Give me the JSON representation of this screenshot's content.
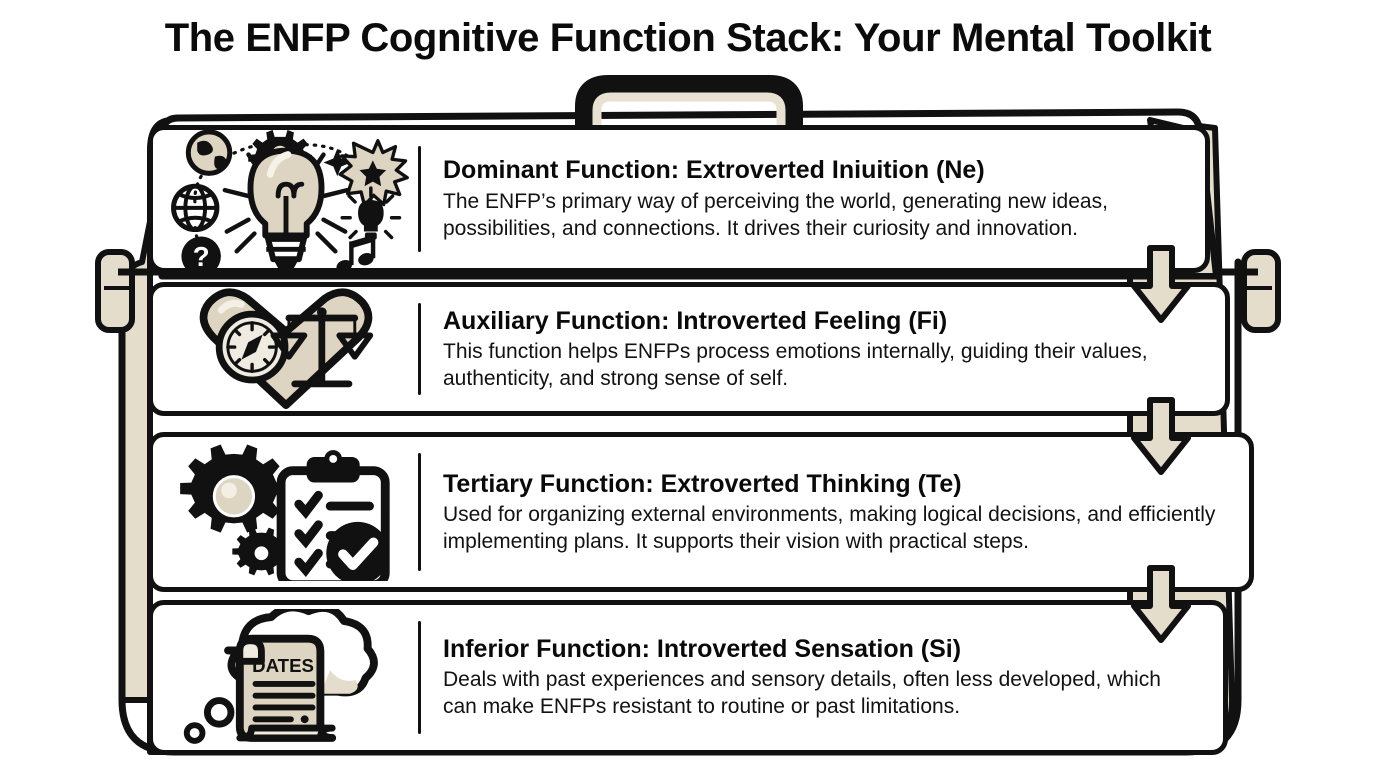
{
  "page": {
    "title": "The ENFP Cognitive Function Stack: Your Mental Toolkit",
    "background_color": "#ffffff",
    "ink_color": "#111111",
    "accent_beige": "#e4ddcc",
    "accent_beige_dark": "#cfc6b2"
  },
  "toolbox": {
    "handle_label": "toolbox-handle",
    "latch_left_label": "toolbox-latch-left",
    "latch_right_label": "toolbox-latch-right",
    "shell_label": "toolbox-shell"
  },
  "panels": [
    {
      "id": "ne",
      "title": "Dominant Function: Extroverted Iniuition (Ne)",
      "body": "The ENFP’s primary way of perceiving the world, generating new ideas, possibilities, and connections. It drives their curiosity and innovation.",
      "icon": "lightbulb-ideas-icon",
      "icon_parts": [
        "lightbulb-icon",
        "earth-globe-icon",
        "wireframe-globe-icon",
        "question-mark-icon",
        "gear-icon",
        "sparkle-icon",
        "starburst-icon",
        "small-bulb-icon",
        "music-note-icon"
      ]
    },
    {
      "id": "fi",
      "title": "Auxiliary Function: Introverted Feeling (Fi)",
      "body": "This function helps ENFPs process emotions internally, guiding their values, authenticity, and strong sense of self.",
      "icon": "heart-compass-scales-icon",
      "icon_parts": [
        "heart-icon",
        "compass-icon",
        "balance-scales-icon"
      ]
    },
    {
      "id": "te",
      "title": "Tertiary Function: Extroverted Thinking (Te)",
      "body": "Used for organizing external environments, making logical decisions, and efficiently implementing plans. It supports their vision with practical steps.",
      "icon": "gears-clipboard-icon",
      "icon_parts": [
        "gear-large-icon",
        "gear-small-icon",
        "clipboard-checklist-icon",
        "check-badge-icon"
      ]
    },
    {
      "id": "si",
      "title": "Inferior Function: Introverted Sensation (Si)",
      "body": "Deals with past experiences and sensory details, often less developed, which can make ENFPs resistant to routine or past limitations.",
      "icon": "thought-cloud-scroll-icon",
      "icon_parts": [
        "thought-cloud-icon",
        "scroll-document-icon",
        "thought-bubble-dot-icon"
      ],
      "scroll_label": "DATES"
    }
  ],
  "arrows": [
    {
      "name": "flow-arrow-1",
      "from": "ne",
      "to": "fi"
    },
    {
      "name": "flow-arrow-2",
      "from": "fi",
      "to": "te"
    },
    {
      "name": "flow-arrow-3",
      "from": "te",
      "to": "si"
    }
  ]
}
